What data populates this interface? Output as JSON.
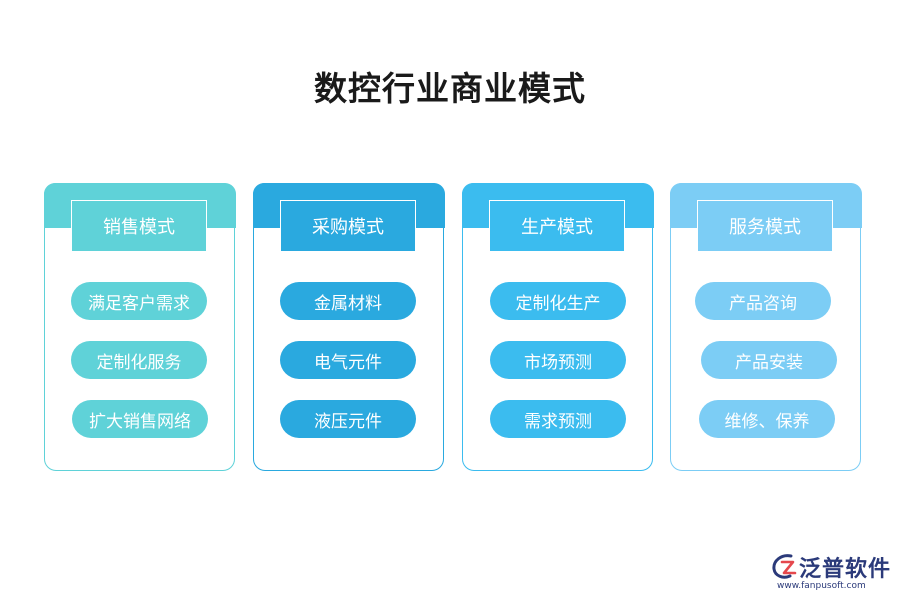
{
  "title": "数控行业商业模式",
  "colors": {
    "teal": "#5fd2d8",
    "blue": "#2aa9df",
    "sky": "#3bbcef",
    "light_blue": "#7ccdf5",
    "logo": "#2b3a7a"
  },
  "columns": [
    {
      "header": "销售模式",
      "items": [
        "满足客户需求",
        "定制化服务",
        "扩大销售网络"
      ]
    },
    {
      "header": "采购模式",
      "items": [
        "金属材料",
        "电气元件",
        "液压元件"
      ]
    },
    {
      "header": "生产模式",
      "items": [
        "定制化生产",
        "市场预测",
        "需求预测"
      ]
    },
    {
      "header": "服务模式",
      "items": [
        "产品咨询",
        "产品安装",
        "维修、保养"
      ]
    }
  ],
  "logo": {
    "name": "泛普软件",
    "url": "www.fanpusoft.com",
    "icon": "fanpu-logo-icon"
  }
}
